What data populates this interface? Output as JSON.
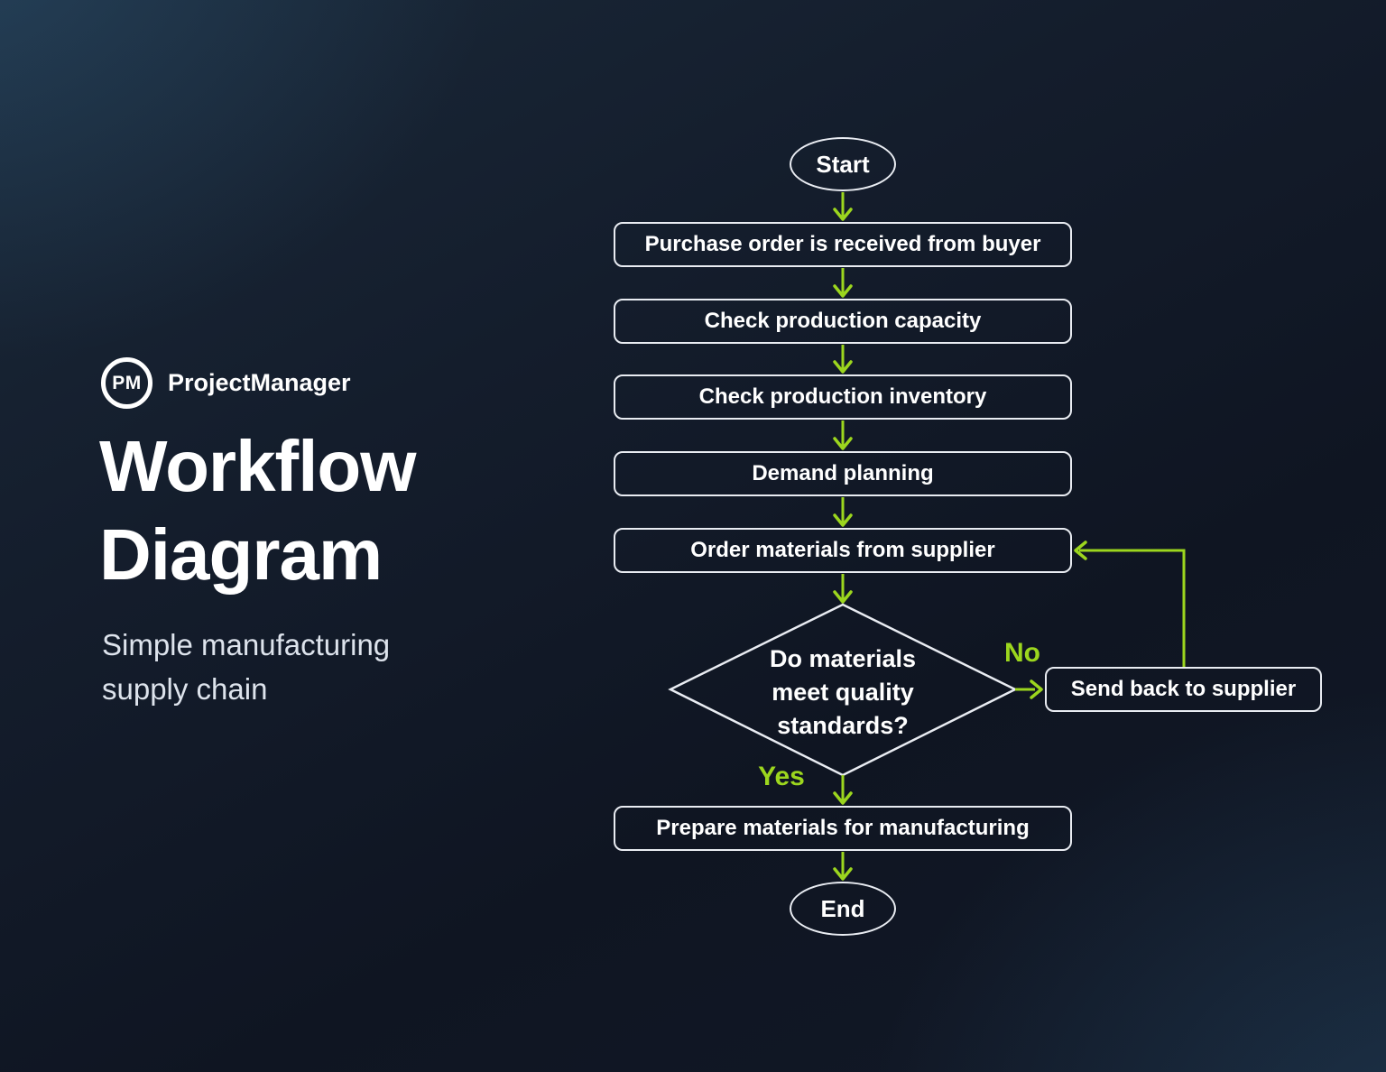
{
  "colors": {
    "background_navy": "#121A28",
    "accent_green": "#9CD61E",
    "shape_stroke": "#E9ECF2",
    "text_white": "#FFFFFF",
    "subtitle_gray": "#DDE3EC"
  },
  "brand": {
    "logo_monogram": "PM",
    "name": "ProjectManager"
  },
  "panel": {
    "title_line1": "Workflow",
    "title_line2": "Diagram",
    "subtitle_line1": "Simple manufacturing",
    "subtitle_line2": "supply chain"
  },
  "flowchart": {
    "start_label": "Start",
    "steps": [
      {
        "label": "Purchase order is received from buyer"
      },
      {
        "label": "Check production capacity"
      },
      {
        "label": "Check production inventory"
      },
      {
        "label": "Demand planning"
      },
      {
        "label": "Order materials from supplier"
      },
      {
        "label": "Prepare materials for manufacturing"
      }
    ],
    "decision": {
      "line1": "Do materials",
      "line2": "meet quality",
      "line3": "standards?",
      "no_label": "No",
      "yes_label": "Yes"
    },
    "send_back_label": "Send back to supplier",
    "end_label": "End"
  }
}
